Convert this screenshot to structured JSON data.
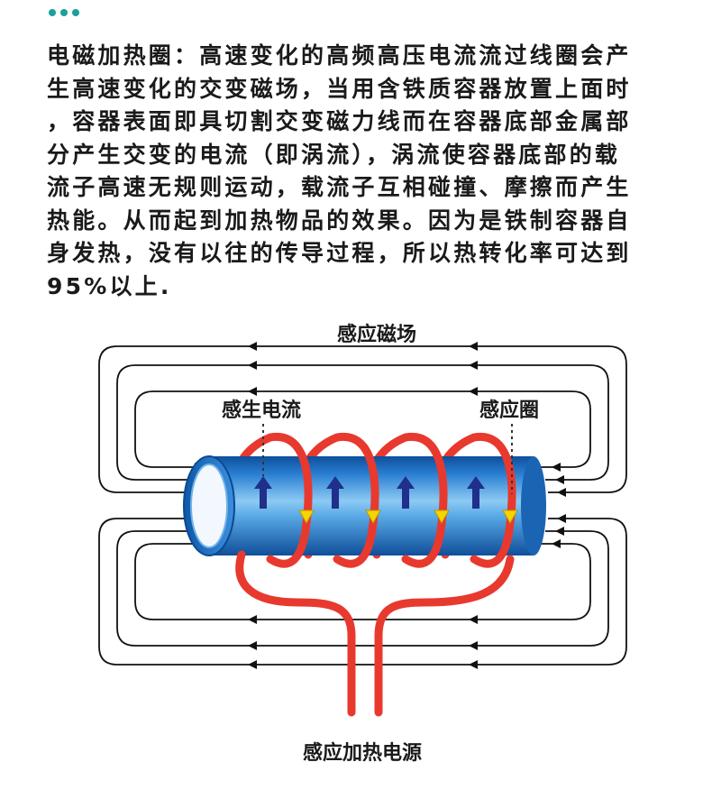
{
  "description": {
    "text": "电磁加热圈：高速变化的高频高压电流流过线圈会产\n生高速变化的交变磁场，当用含铁质容器放置上面时\n，容器表面即具切割交变磁力线而在容器底部金属部\n分产生交变的电流（即涡流），涡流使容器底部的载\n流子高速无规则运动，载流子互相碰撞、摩擦而产生\n热能。从而起到加热物品的效果。因为是铁制容器自\n身发热，没有以往的传导过程，所以热转化率可达到\n95%以上."
  },
  "diagram": {
    "magnetic_field_label": "感应磁场",
    "induced_current_label": "感生电流",
    "induction_coil_label": "感应圈",
    "power_source_label": "感应加热电源"
  },
  "colors": {
    "accent_dots": "#1aa19a",
    "coil": "#e8392e",
    "pipe": "#2e86d6",
    "current_arrow": "#1f2f8a",
    "coil_arrow": "#f5d400"
  }
}
